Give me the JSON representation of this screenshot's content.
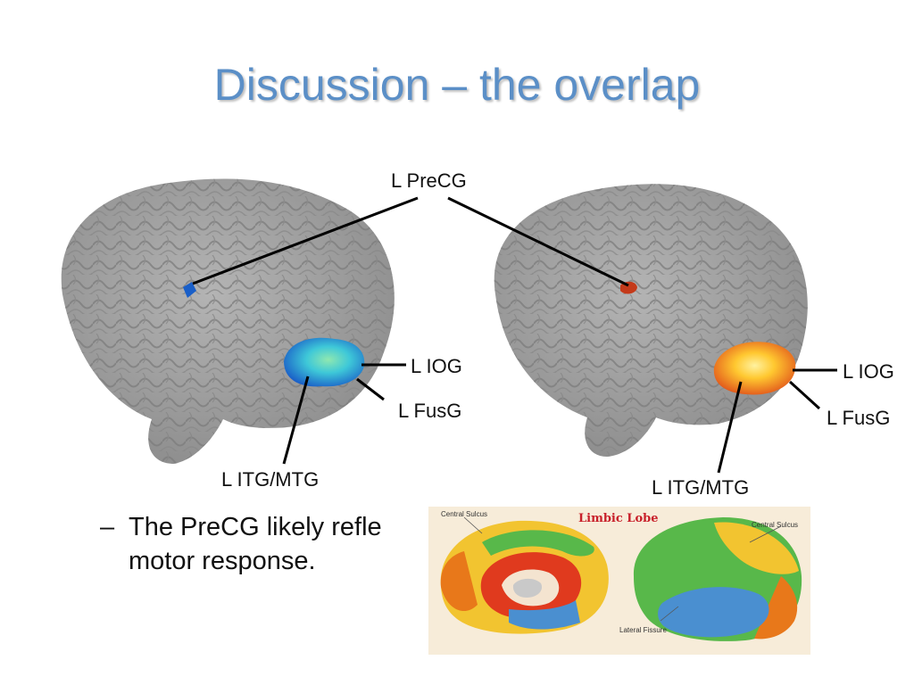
{
  "slide": {
    "title": "Discussion – the overlap",
    "bullet": {
      "dash": "–",
      "line1": "The PreCG likely refle",
      "line2": "motor response."
    }
  },
  "figure": {
    "labels": {
      "precg": "L PreCG",
      "iog_left": "L IOG",
      "fusg_left": "L FusG",
      "itg_left": "L ITG/MTG",
      "iog_right": "L IOG",
      "fusg_right": "L FusG",
      "itg_right": "L ITG/MTG"
    },
    "colors": {
      "brain_gray": "#9a9a9a",
      "activation_blue": "#1a5fc8",
      "activation_cyan": "#3ec8d8",
      "activation_orange": "#f07a1a",
      "activation_yellow": "#ffe040",
      "activation_red": "#c43a1a"
    }
  },
  "inset": {
    "title": "Limbic Lobe",
    "central_sulcus_left": "Central Sulcus",
    "central_sulcus_right": "Central Sulcus",
    "lateral_fissure": "Lateral Fissure"
  }
}
